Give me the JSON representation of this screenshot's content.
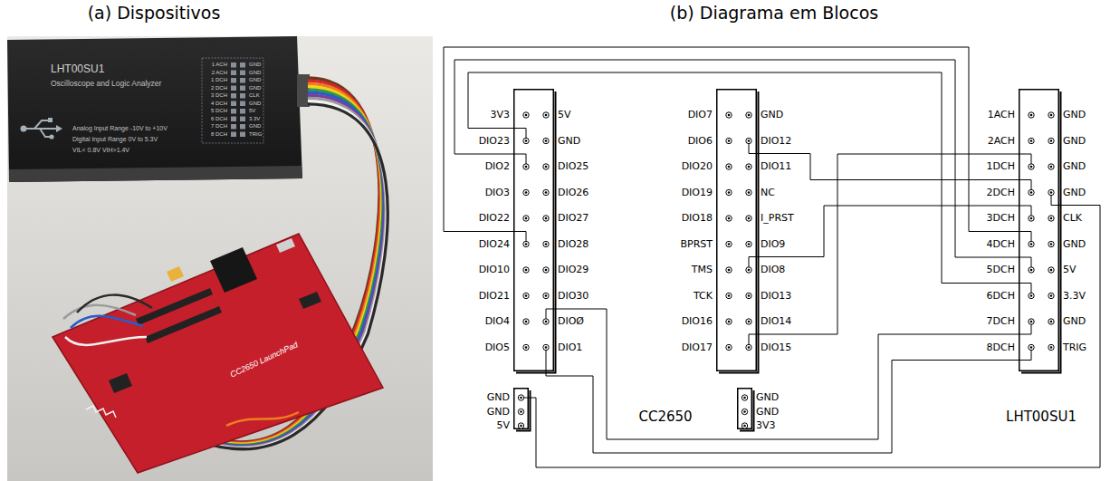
{
  "diagram": {
    "nodes": [
      {
        "text": [
          "3V3",
          "5V",
          "DIO23",
          "GND",
          "DIO2",
          "DIO25",
          "DIO3",
          "DIO26",
          "DIO22",
          "DIO27",
          "DIO24",
          "DIO28",
          "DIO10",
          "DIO29",
          "DIO21",
          "DIO30",
          "DIO4",
          "DIOØ",
          "DIO5",
          "DIO1"
        ]
      },
      {
        "text": [
          "DIO7",
          "GND",
          "DIO6",
          "DIO12",
          "DIO20",
          "DIO11",
          "DIO19",
          "NC",
          "DIO18",
          "I_PRST",
          "BPRST",
          "DIO9",
          "TMS",
          "DIO8",
          "TCK",
          "DIO13",
          "DIO16",
          "DIO14",
          "DIO17",
          "DIO15"
        ]
      },
      {
        "text": [
          "1ACH",
          "GND",
          "2ACH",
          "GND",
          "1DCH",
          "GND",
          "2DCH",
          "GND",
          "3DCH",
          "CLK",
          "4DCH",
          "GND",
          "5DCH",
          "5V",
          "6DCH",
          "3.3V",
          "7DCH",
          "GND",
          "8DCH",
          "TRIG"
        ]
      },
      {
        "text": [
          "GND",
          "GND",
          "5V"
        ]
      },
      {
        "text": [
          "GND",
          "GND",
          "3V3"
        ]
      }
    ],
    "edges": [
      {
        "from": 0,
        "to": 2,
        "arrow": "none"
      },
      {
        "from": 0,
        "to": 2,
        "arrow": "none"
      },
      {
        "from": 0,
        "to": 2,
        "arrow": "none"
      },
      {
        "from": 0,
        "to": 2,
        "arrow": "none"
      },
      {
        "from": 0,
        "to": 2,
        "arrow": "none"
      },
      {
        "from": 1,
        "to": 2,
        "arrow": "none"
      },
      {
        "from": 1,
        "to": 2,
        "arrow": "none"
      },
      {
        "from": 1,
        "to": 2,
        "arrow": "none"
      },
      {
        "from": 3,
        "to": 2,
        "arrow": "none"
      }
    ],
    "labels": [
      "(a) Dispositivos",
      "(b) Diagrama em Blocos",
      "LHT00SU1",
      "Oscilloscope and Logic Analyzer",
      "Analog Input Range -10V to +10V",
      "Digital Input Range 0V to 5.3V",
      "VIL< 0.8V VIH>1.4V",
      "1 ACH",
      "2 ACH",
      "1 DCH",
      "2 DCH",
      "3 DCH",
      "4 DCH",
      "5 DCH",
      "6 DCH",
      "7 DCH",
      "8 DCH",
      "GND",
      "GND",
      "GND",
      "GND",
      "CLK",
      "GND",
      "5V",
      "3.3V",
      "GND",
      "TRIG",
      "CC2650 LaunchPad",
      "CC2650",
      "LHT00SU1"
    ]
  }
}
